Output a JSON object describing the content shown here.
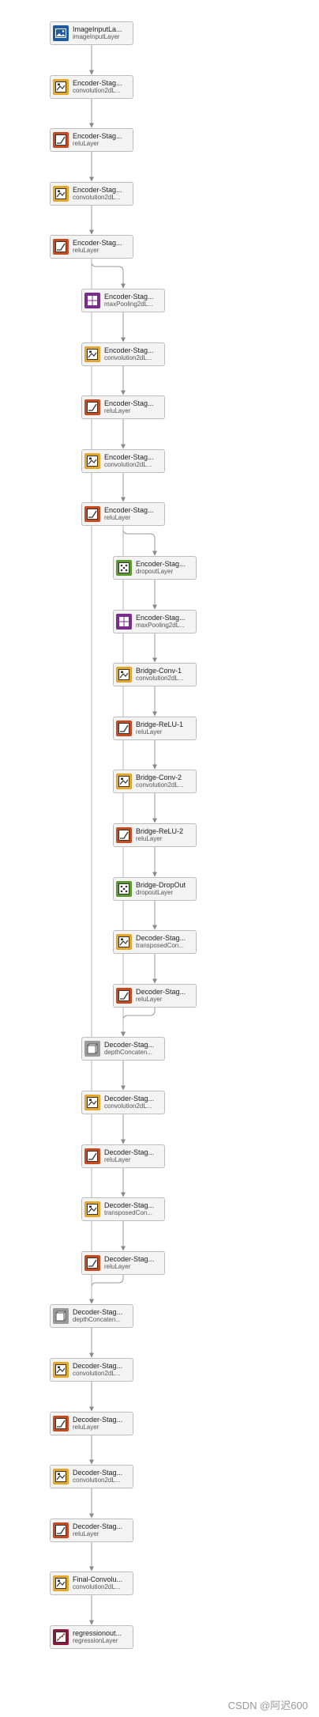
{
  "layers": [
    {
      "name": "ImageInputLa...",
      "type": "imageInputLayer",
      "icon": "image-input-icon",
      "color": "#1f5aa0"
    },
    {
      "name": "Encoder-Stag...",
      "type": "convolution2dL...",
      "icon": "convolution-icon",
      "color": "#e3a72b"
    },
    {
      "name": "Encoder-Stag...",
      "type": "reluLayer",
      "icon": "relu-icon",
      "color": "#c84b20"
    },
    {
      "name": "Encoder-Stag...",
      "type": "convolution2dL...",
      "icon": "convolution-icon",
      "color": "#e3a72b"
    },
    {
      "name": "Encoder-Stag...",
      "type": "reluLayer",
      "icon": "relu-icon",
      "color": "#c84b20"
    },
    {
      "name": "Encoder-Stag...",
      "type": "maxPooling2dL...",
      "icon": "max-pooling-icon",
      "color": "#7b2d8b"
    },
    {
      "name": "Encoder-Stag...",
      "type": "convolution2dL...",
      "icon": "convolution-icon",
      "color": "#e3a72b"
    },
    {
      "name": "Encoder-Stag...",
      "type": "reluLayer",
      "icon": "relu-icon",
      "color": "#c84b20"
    },
    {
      "name": "Encoder-Stag...",
      "type": "convolution2dL...",
      "icon": "convolution-icon",
      "color": "#e3a72b"
    },
    {
      "name": "Encoder-Stag...",
      "type": "reluLayer",
      "icon": "relu-icon",
      "color": "#c84b20"
    },
    {
      "name": "Encoder-Stag...",
      "type": "dropoutLayer",
      "icon": "dropout-icon",
      "color": "#5b9a2e"
    },
    {
      "name": "Encoder-Stag...",
      "type": "maxPooling2dL...",
      "icon": "max-pooling-icon",
      "color": "#7b2d8b"
    },
    {
      "name": "Bridge-Conv-1",
      "type": "convolution2dL...",
      "icon": "convolution-icon",
      "color": "#e3a72b"
    },
    {
      "name": "Bridge-ReLU-1",
      "type": "reluLayer",
      "icon": "relu-icon",
      "color": "#c84b20"
    },
    {
      "name": "Bridge-Conv-2",
      "type": "convolution2dL...",
      "icon": "convolution-icon",
      "color": "#e3a72b"
    },
    {
      "name": "Bridge-ReLU-2",
      "type": "reluLayer",
      "icon": "relu-icon",
      "color": "#c84b20"
    },
    {
      "name": "Bridge-DropOut",
      "type": "dropoutLayer",
      "icon": "dropout-icon",
      "color": "#5b9a2e"
    },
    {
      "name": "Decoder-Stag...",
      "type": "transposedCon...",
      "icon": "convolution-icon",
      "color": "#e3a72b"
    },
    {
      "name": "Decoder-Stag...",
      "type": "reluLayer",
      "icon": "relu-icon",
      "color": "#c84b20"
    },
    {
      "name": "Decoder-Stag...",
      "type": "depthConcaten...",
      "icon": "depth-concatenation-icon",
      "color": "#9a9a9a"
    },
    {
      "name": "Decoder-Stag...",
      "type": "convolution2dL...",
      "icon": "convolution-icon",
      "color": "#e3a72b"
    },
    {
      "name": "Decoder-Stag...",
      "type": "reluLayer",
      "icon": "relu-icon",
      "color": "#c84b20"
    },
    {
      "name": "Decoder-Stag...",
      "type": "transposedCon...",
      "icon": "convolution-icon",
      "color": "#e3a72b"
    },
    {
      "name": "Decoder-Stag...",
      "type": "reluLayer",
      "icon": "relu-icon",
      "color": "#c84b20"
    },
    {
      "name": "Decoder-Stag...",
      "type": "depthConcaten...",
      "icon": "depth-concatenation-icon",
      "color": "#9a9a9a"
    },
    {
      "name": "Decoder-Stag...",
      "type": "convolution2dL...",
      "icon": "convolution-icon",
      "color": "#e3a72b"
    },
    {
      "name": "Decoder-Stag...",
      "type": "reluLayer",
      "icon": "relu-icon",
      "color": "#c84b20"
    },
    {
      "name": "Decoder-Stag...",
      "type": "convolution2dL...",
      "icon": "convolution-icon",
      "color": "#e3a72b"
    },
    {
      "name": "Decoder-Stag...",
      "type": "reluLayer",
      "icon": "relu-icon",
      "color": "#c84b20"
    },
    {
      "name": "Final-Convolu...",
      "type": "convolution2dL...",
      "icon": "convolution-icon",
      "color": "#e3a72b"
    },
    {
      "name": "regressionout...",
      "type": "regressionLayer",
      "icon": "regression-icon",
      "color": "#8b1a3a"
    }
  ],
  "watermark": "CSDN @阿迟600"
}
